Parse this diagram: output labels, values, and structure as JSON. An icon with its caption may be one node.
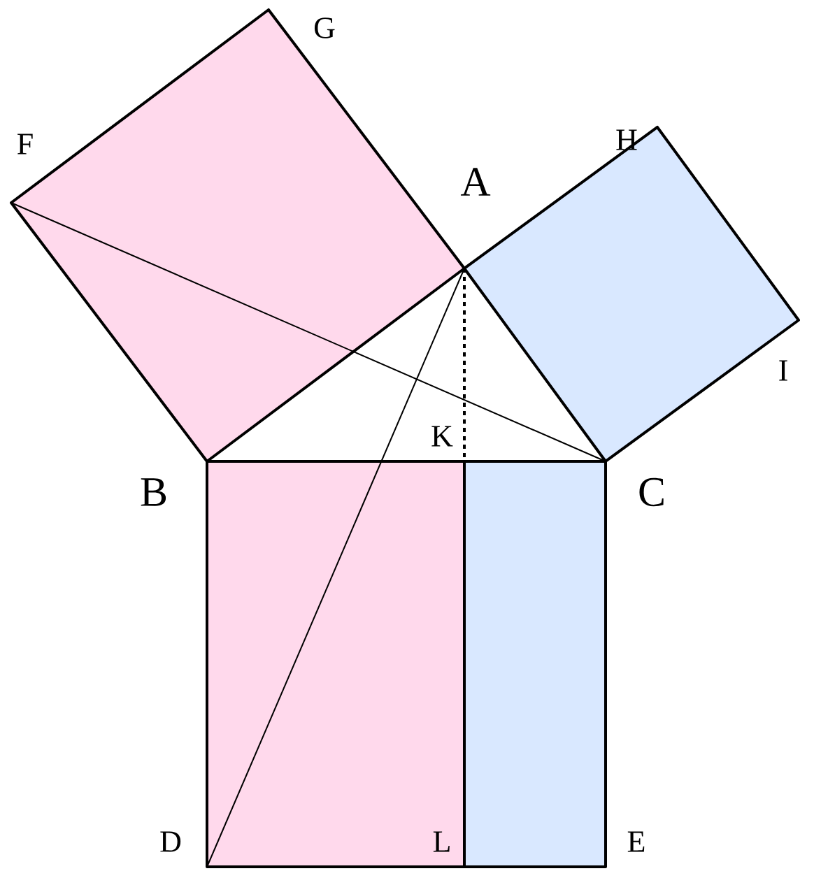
{
  "diagram": {
    "labels": [
      "G",
      "F",
      "H",
      "A",
      "I",
      "K",
      "B",
      "C",
      "D",
      "L",
      "E"
    ]
  }
}
